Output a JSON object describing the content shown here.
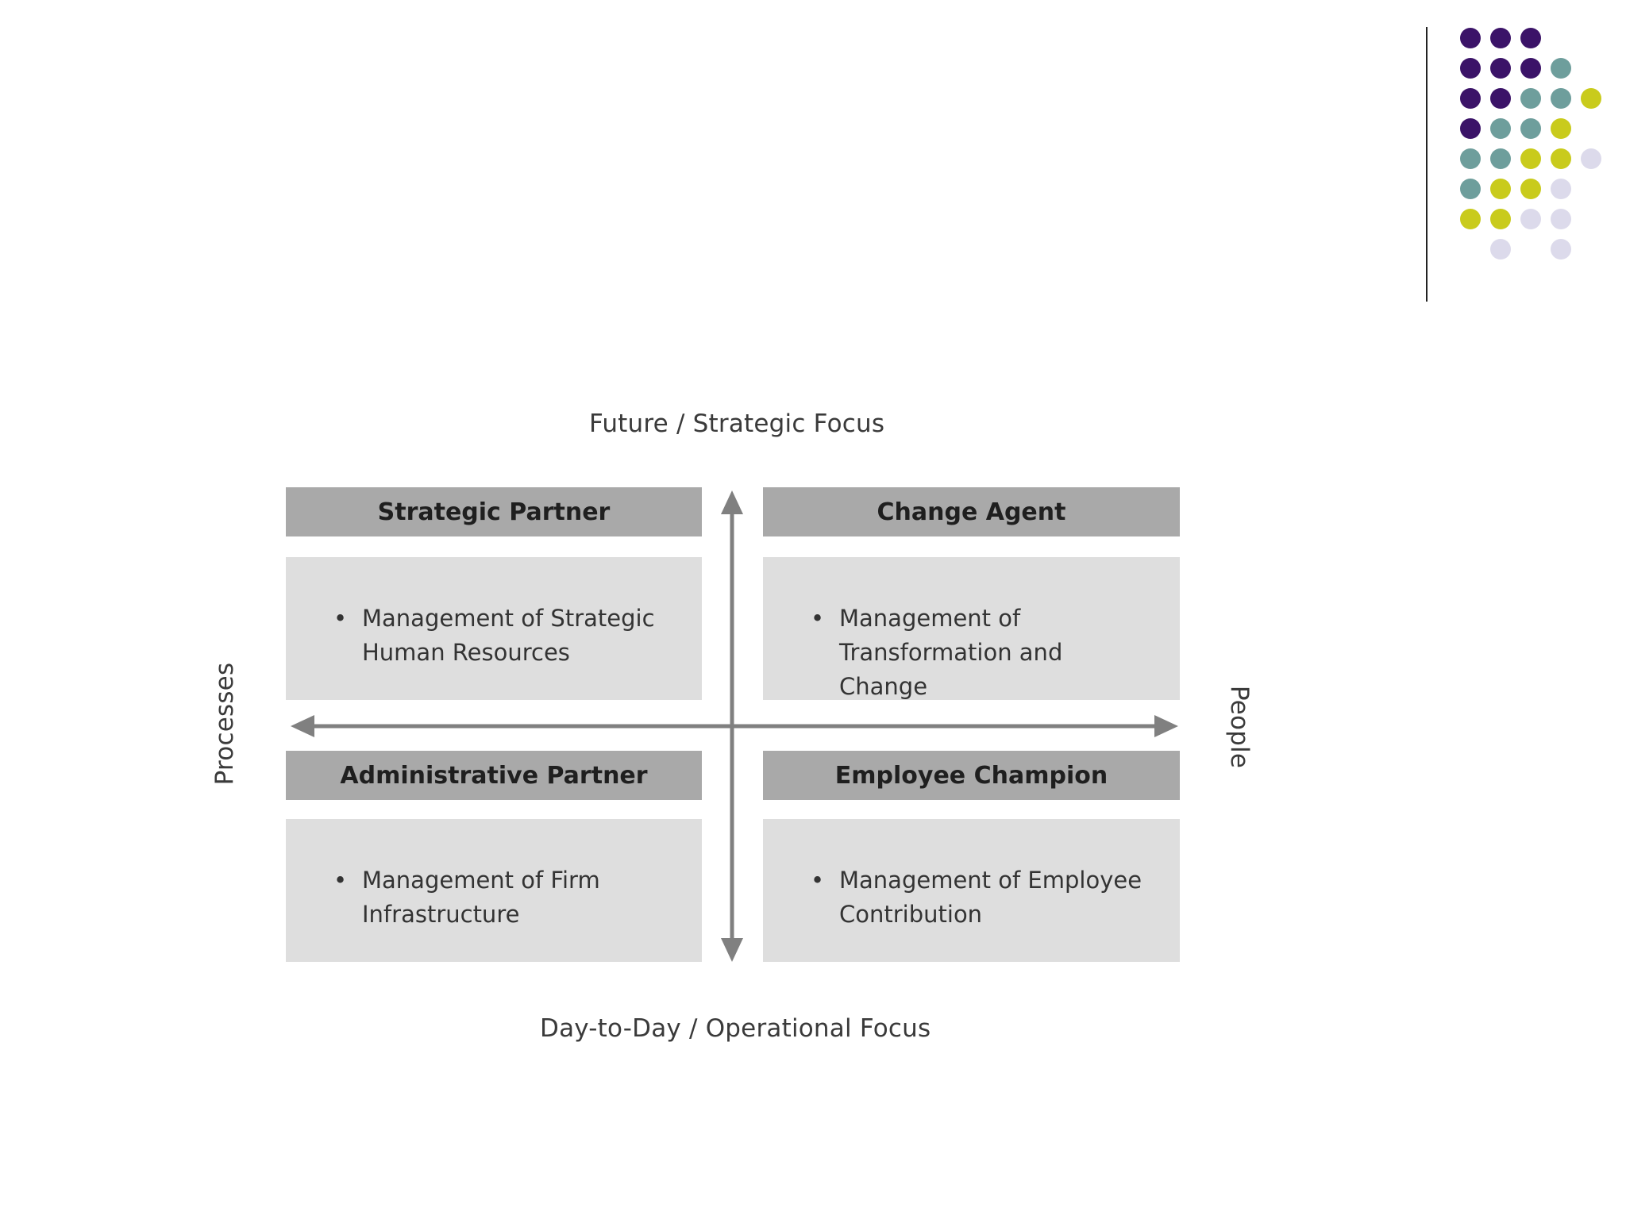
{
  "decoration": {
    "dot_colors": {
      "purple": "#3b1368",
      "teal": "#6e9e9c",
      "yellow": "#c9cb1c",
      "lavender": "#dcdaeb"
    },
    "dot_grid": [
      [
        "purple",
        "purple",
        "purple",
        "",
        "",
        ""
      ],
      [
        "purple",
        "purple",
        "purple",
        "teal",
        "",
        ""
      ],
      [
        "purple",
        "purple",
        "teal",
        "teal",
        "yellow",
        ""
      ],
      [
        "purple",
        "teal",
        "teal",
        "yellow",
        "",
        ""
      ],
      [
        "teal",
        "teal",
        "yellow",
        "yellow",
        "lavender",
        ""
      ],
      [
        "teal",
        "yellow",
        "yellow",
        "lavender",
        "",
        ""
      ],
      [
        "yellow",
        "yellow",
        "lavender",
        "lavender",
        "",
        ""
      ],
      [
        "",
        "lavender",
        "",
        "lavender",
        "",
        ""
      ]
    ]
  },
  "diagram": {
    "top_label": "Future / Strategic Focus",
    "bottom_label": "Day-to-Day / Operational Focus",
    "left_label": "Processes",
    "right_label": "People",
    "axis_color": "#808080",
    "quadrants": {
      "top_left": {
        "title": "Strategic Partner",
        "lines": [
          "Management of Strategic",
          "Human Resources"
        ]
      },
      "top_right": {
        "title": "Change Agent",
        "lines": [
          "Management of",
          "Transformation and Change"
        ]
      },
      "bottom_left": {
        "title": "Administrative Partner",
        "lines": [
          "Management of Firm",
          "Infrastructure"
        ]
      },
      "bottom_right": {
        "title": "Employee Champion",
        "lines": [
          "Management of Employee",
          "Contribution"
        ]
      }
    }
  }
}
